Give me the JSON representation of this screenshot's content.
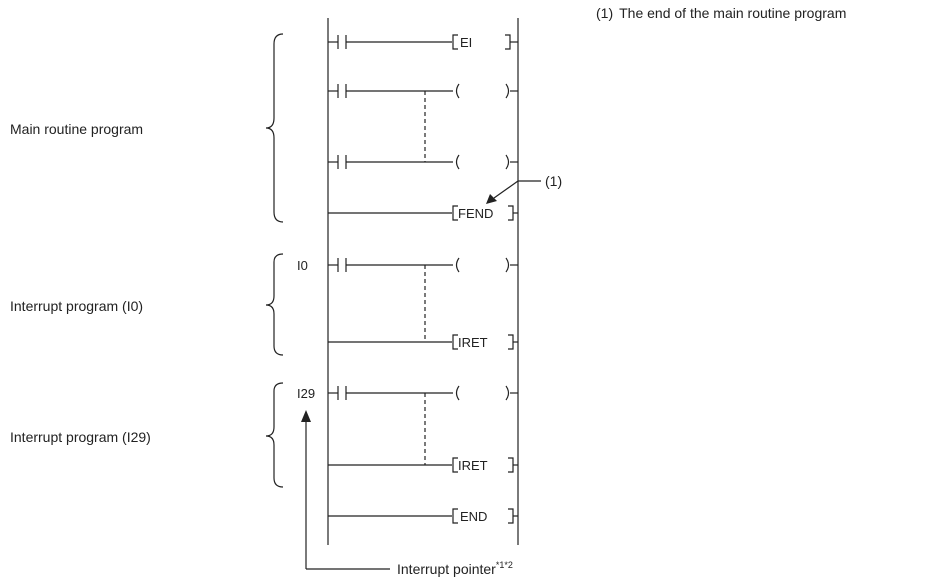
{
  "note": {
    "num": "(1)",
    "text": "The end of the main routine program"
  },
  "sections": [
    {
      "label": "Main routine program"
    },
    {
      "label": "Interrupt program (I0)"
    },
    {
      "label": "Interrupt program (I29)"
    }
  ],
  "pointers": {
    "i0": "I0",
    "i29": "I29"
  },
  "instructions": {
    "ei": "EI",
    "fend": "FEND",
    "iret": "IRET",
    "end": "END"
  },
  "callout": "(1)",
  "pointer_label": {
    "text": "Interrupt pointer",
    "sup": "*1*2"
  },
  "colors": {
    "line": "#222222",
    "background": "#ffffff"
  }
}
